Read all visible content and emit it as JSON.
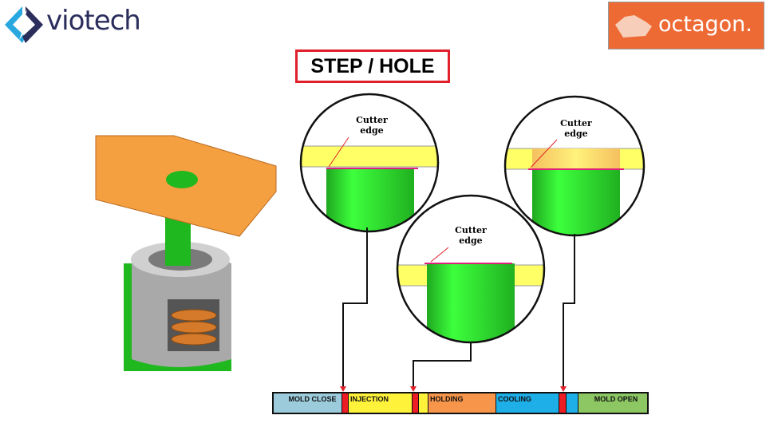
{
  "logos": {
    "left": "viotech",
    "right": "octagon."
  },
  "title": "STEP / HOLE",
  "callouts": [
    {
      "label_line1": "Cutter",
      "label_line2": "edge"
    },
    {
      "label_line1": "Cutter",
      "label_line2": "edge"
    },
    {
      "label_line1": "Cutter",
      "label_line2": "edge"
    }
  ],
  "timeline": {
    "segments": [
      {
        "label": "MOLD CLOSE",
        "color": "#9ccbdb"
      },
      {
        "label": "",
        "color": "#ee1c24"
      },
      {
        "label": "INJECTION",
        "color": "#fff23a"
      },
      {
        "label": "",
        "color": "#ee1c24"
      },
      {
        "label": "",
        "color": "#fff23a"
      },
      {
        "label": "HOLDING",
        "color": "#f7964a"
      },
      {
        "label": "COOLING",
        "color": "#1eaee8"
      },
      {
        "label": "",
        "color": "#ee1c24"
      },
      {
        "label": "",
        "color": "#1eaee8"
      },
      {
        "label": "MOLD OPEN",
        "color": "#8cc763"
      }
    ]
  }
}
